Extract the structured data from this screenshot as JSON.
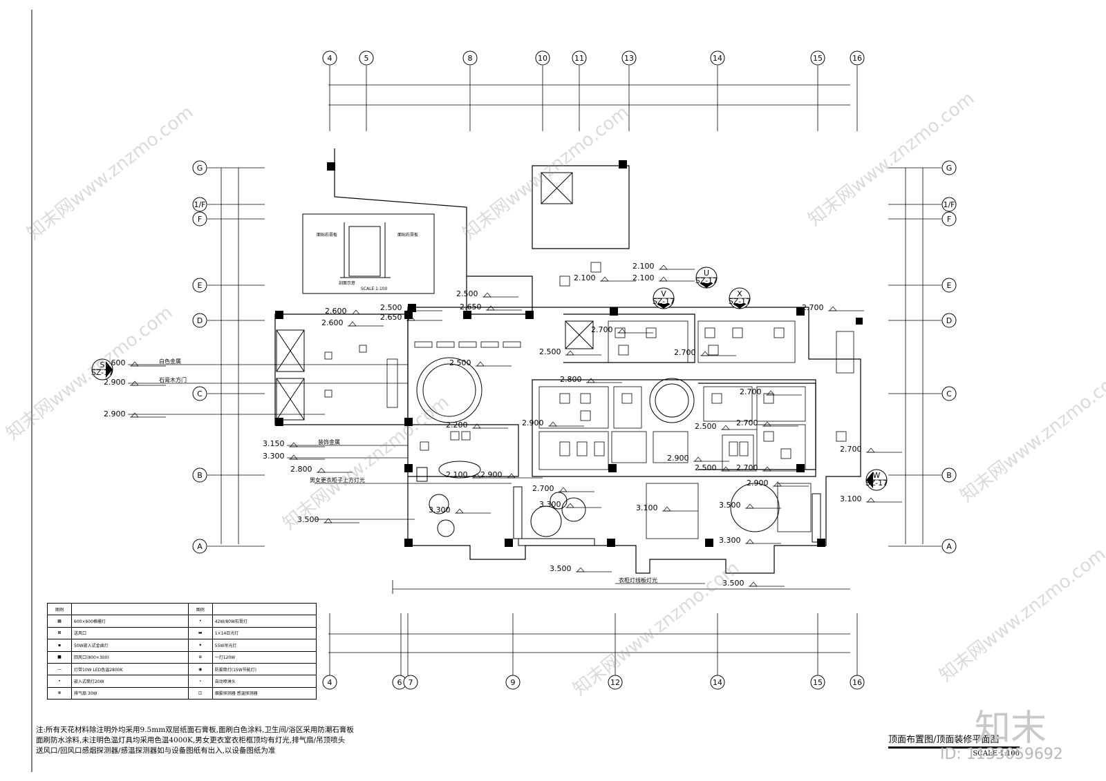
{
  "grid": {
    "top_labels": [
      "4",
      "5",
      "8",
      "10",
      "11",
      "13",
      "14",
      "15",
      "16"
    ],
    "bottom_labels": [
      "4",
      "6",
      "7",
      "9",
      "12",
      "14",
      "15",
      "16"
    ],
    "left_labels": [
      "G",
      "1/F",
      "F",
      "E",
      "D",
      "C",
      "B",
      "A"
    ],
    "right_labels": [
      "G",
      "1/F",
      "F",
      "E",
      "D",
      "C",
      "B",
      "A"
    ]
  },
  "section_markers": [
    {
      "letter": "S",
      "sheet": "SZ-17"
    },
    {
      "letter": "U",
      "sheet": "SZ-17"
    },
    {
      "letter": "V",
      "sheet": "SZ-17"
    },
    {
      "letter": "X",
      "sheet": "SZ-17"
    },
    {
      "letter": "W",
      "sheet": "SZ-17"
    }
  ],
  "elevations": [
    "2.100",
    "2.100",
    "2.100",
    "2.500",
    "2.650",
    "2.600",
    "2.600",
    "2.500",
    "2.650",
    "2.700",
    "2.800",
    "2.700",
    "2.700",
    "2.500",
    "2.500",
    "2.900",
    "2.900",
    "2.200",
    "2.100",
    "3.150",
    "3.300",
    "2.800",
    "2.600",
    "3.300",
    "2.700",
    "3.300",
    "3.100",
    "3.500",
    "3.500",
    "3.500",
    "3.500",
    "3.300",
    "2.900",
    "3.100",
    "2.700",
    "2.700",
    "2.700",
    "2.700",
    "2.500",
    "2.500",
    "2.900",
    "2.900",
    "2.900"
  ],
  "callouts": {
    "left_1": "白色金属",
    "left_2": "石膏木方门",
    "center_1": "装饰金属",
    "center_2": "男女更衣柜子上方灯光",
    "bottom": "衣柜灯线板灯光"
  },
  "detail": {
    "left_label": "面贴石膏板",
    "right_label": "面贴石膏板",
    "caption": "剖面示意",
    "scale": "SCALE 1:100"
  },
  "legend": {
    "header_left": "图例",
    "header_right": "图例",
    "rows": [
      {
        "left": "600×600格栅灯",
        "right": "42W/80W石膏灯"
      },
      {
        "left": "送风口",
        "right": "1×14日光灯"
      },
      {
        "left": "50W嵌入式金卤灯",
        "right": "55W吊光灯"
      },
      {
        "left": "回风口(800×300)",
        "right": "一灯120W"
      },
      {
        "left": "灯带10W LED色温2800K",
        "right": "防雾筒灯(15W节能灯)"
      },
      {
        "left": "嵌入式筒灯20W",
        "right": "自动喷淋头"
      },
      {
        "left": "排气扇 30W",
        "right": "烟雾探测器 感温探测器"
      }
    ]
  },
  "notes": [
    "注:所有天花材料除注明外均采用9.5mm双层纸面石膏板,面刷白色涂料,卫生间/浴区采用防潮石膏板",
    "面刷防水涂料,未注明色温灯具均采用色温4000K,男女更衣室衣柜框顶均有灯光,排气扇/吊顶喷头",
    "送风口/回风口感烟探测器/感温探测器如与设备图纸有出入,以设备图纸为准"
  ],
  "title": {
    "main": "顶面布置图/顶面装修平面图",
    "scale": "SCALE 1:100"
  },
  "watermark": {
    "logo": "知末",
    "id": "ID: 1133059692",
    "repeat": "知末网www.znzmo.com"
  }
}
